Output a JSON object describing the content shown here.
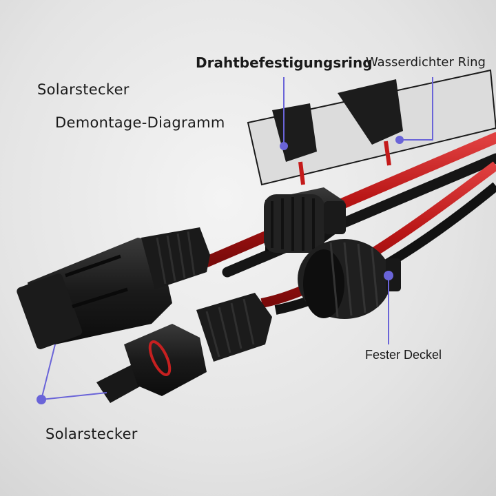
{
  "labels": {
    "top_left_connector": "Solarstecker",
    "disassembly_diagram": "Demontage-Diagramm",
    "wire_fixing_ring": "Drahtbefestigungsring",
    "waterproof_ring": "Wasserdichter Ring",
    "fixed_cap": "Fester Deckel",
    "bottom_connector": "Solarstecker"
  },
  "colors": {
    "callout_line": "#6a64d8",
    "wire_red": "#c41a1a",
    "wire_black": "#161616",
    "plastic_black": "#1c1c1c"
  },
  "icons": [
    "female-mc4-connector",
    "male-mc4-connector",
    "screw-cap",
    "wire-pair"
  ]
}
